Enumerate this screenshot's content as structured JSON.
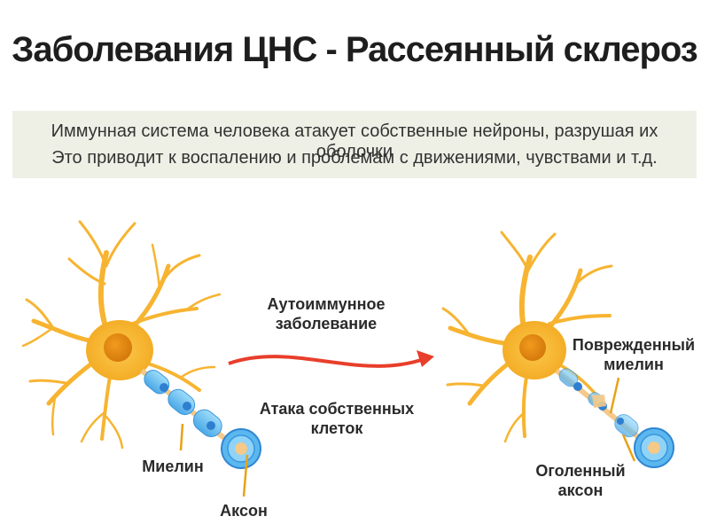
{
  "title": "Заболевания ЦНС - Рассеянный склероз",
  "banner": {
    "line1": "Иммунная система человека атакует собственные нейроны, разрушая их оболочки",
    "line2": "Это приводит к воспалению и проблемам с движениями, чувствами и т.д."
  },
  "left_neuron": {
    "myelin_label": "Миелин",
    "axon_label": "Аксон"
  },
  "middle": {
    "top_label_1": "Аутоиммунное",
    "top_label_2": "заболевание",
    "bottom_label_1": "Атака собственных",
    "bottom_label_2": "клеток"
  },
  "right_neuron": {
    "damaged_label_1": "Поврежденный",
    "damaged_label_2": "миелин",
    "bare_label_1": "Оголенный",
    "bare_label_2": "аксон"
  },
  "colors": {
    "neuron": "#f7b431",
    "nucleus": "#e08a12",
    "myelin": "#6cc4f2",
    "myelin_dark": "#3b95dd",
    "arrow": "#e83e2b"
  }
}
